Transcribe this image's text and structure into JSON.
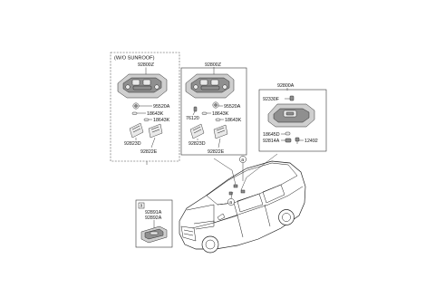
{
  "group_left": {
    "header": "(W/O SUNROOF)",
    "assembly": "92800Z",
    "parts": [
      "95520A",
      "18643K",
      "18643K",
      "92823D",
      "92822E"
    ]
  },
  "group_middle": {
    "assembly": "92800Z",
    "parts": [
      "95520A",
      "76120",
      "18643K",
      "18643K",
      "92823D",
      "92822E"
    ]
  },
  "group_right": {
    "assembly": "92800A",
    "parts": [
      "92330F",
      "18645D",
      "92814A",
      "12492"
    ]
  },
  "inset": {
    "callout": "a",
    "parts": [
      "92891A",
      "92892A"
    ]
  },
  "car_callouts": [
    "a",
    "a"
  ]
}
